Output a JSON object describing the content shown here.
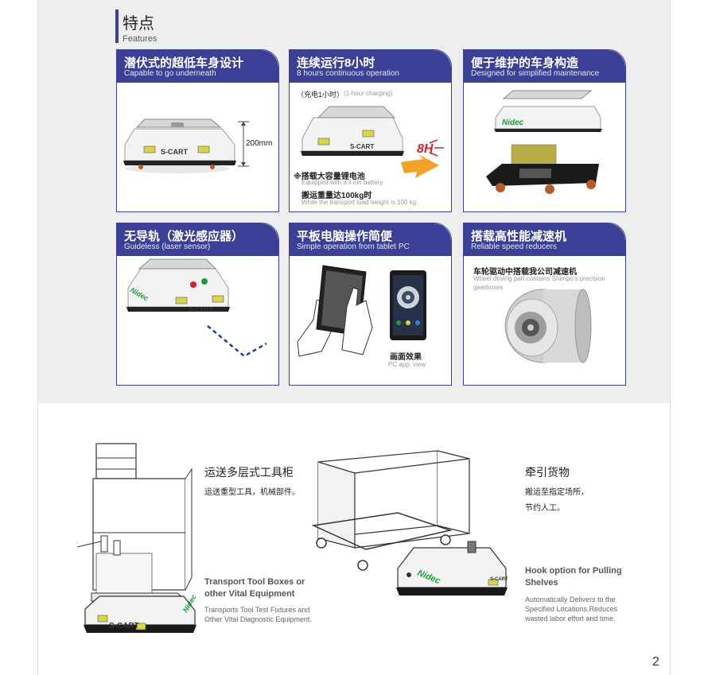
{
  "section": {
    "title_zh": "特点",
    "title_en": "Features"
  },
  "cards": [
    {
      "title_zh": "潜伏式的超低车身设计",
      "title_en": "Capable to go underneath",
      "cart_label": "S-CART",
      "dimension": "200mm"
    },
    {
      "title_zh": "连续运行8小时",
      "title_en": "8 hours continuous operation",
      "charge_zh": "（充电1小时）",
      "charge_en": "(1-hour charging)",
      "badge": "8H",
      "cart_label": "S-CART",
      "battery_zh": "※搭载大容量锂电池",
      "battery_en": "Equipped with a li ion battery",
      "load_zh": "搬运重量达100kg时",
      "load_en": "While the transport load weight is 100 kg"
    },
    {
      "title_zh": "便于维护的车身构造",
      "title_en": "Designed for simplified maintenance",
      "brand": "Nidec"
    },
    {
      "title_zh": "无导轨（激光感应器）",
      "title_en": "Guideless (laser sensor)",
      "cart_label": "S-CART",
      "brand": "Nidec"
    },
    {
      "title_zh": "平板电脑操作简便",
      "title_en": "Simple operation from tablet PC",
      "view_zh": "画面效果",
      "view_en": "PC app. view"
    },
    {
      "title_zh": "搭载高性能减速机",
      "title_en": "Reliable speed reducers",
      "desc_zh": "车轮驱动中搭载我公司减速机",
      "desc_en_1": "Wheel driving part contains Shimpo's precision",
      "desc_en_2": "gearboxes"
    }
  ],
  "uses": [
    {
      "title_zh": "运送多层式工具柜",
      "sub_zh": "运送重型工具，机械部件。",
      "title_en_1": "Transport Tool Boxes or",
      "title_en_2": "other Vital Equipment",
      "body_en_1": "Transports Tool Test Fixtures and",
      "body_en_2": "Other Vital Diagnostic Equipment.",
      "cart_label": "S-CART",
      "brand": "Nidec"
    },
    {
      "title_zh": "牵引货物",
      "sub_zh_1": "搬运至指定场所，",
      "sub_zh_2": "节约人工。",
      "title_en_1": "Hook option for Pulling",
      "title_en_2": "Shelves",
      "body_en_1": "Automatically Delivers to the",
      "body_en_2": "Specified Locations.Reduces",
      "body_en_3": "wasted labor effort and time.",
      "brand": "Nidec",
      "cart_label": "S-CART"
    }
  ],
  "page_number": "2",
  "colors": {
    "accent": "#3b3f95",
    "cart_badge": "#d9d44a",
    "brand_green": "#1f9a3c",
    "badge_red": "#d1232a",
    "arrow_orange": "#f2a227"
  }
}
